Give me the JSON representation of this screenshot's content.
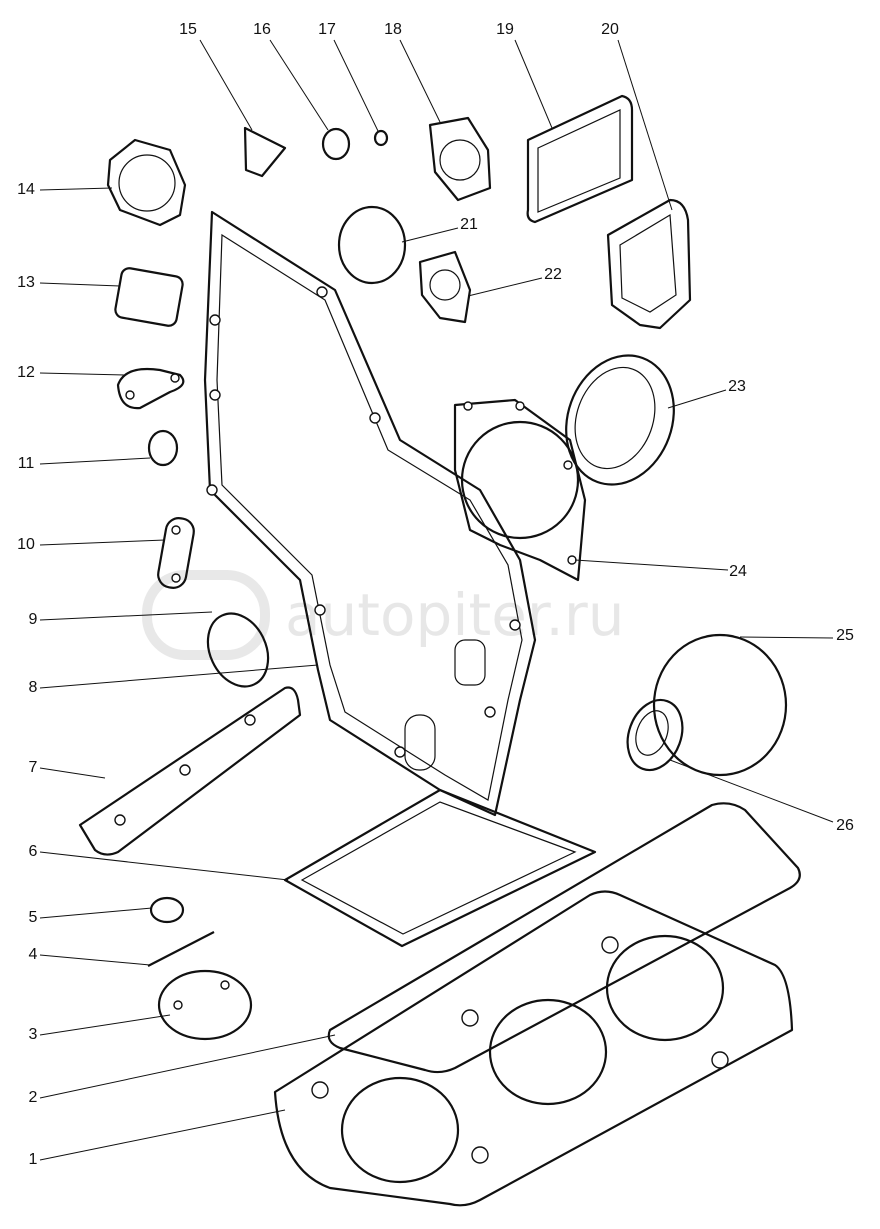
{
  "labels": [
    "1",
    "2",
    "3",
    "4",
    "5",
    "6",
    "7",
    "8",
    "9",
    "10",
    "11",
    "12",
    "13",
    "14",
    "15",
    "16",
    "17",
    "18",
    "19",
    "20",
    "21",
    "22",
    "23",
    "24",
    "25",
    "26"
  ],
  "watermark": {
    "text": "autopiter.ru"
  }
}
